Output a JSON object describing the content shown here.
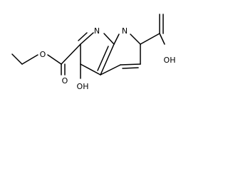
{
  "structure": {
    "atom_labels": {
      "n1": "N",
      "n2": "N",
      "carboxyl_hydroxyl": "OH",
      "ester_carbonyl_oxygen": "O",
      "ester_ether_oxygen": "O",
      "ring_hydroxyl": "OH"
    }
  }
}
